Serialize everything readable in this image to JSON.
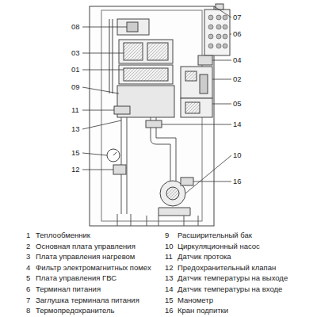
{
  "diagram": {
    "labels": [
      "08",
      "07",
      "06",
      "03",
      "04",
      "01",
      "02",
      "09",
      "05",
      "11",
      "13",
      "14",
      "15",
      "10",
      "12",
      "16",
      "1",
      "Теплообменник",
      "9",
      "Расширительный бак",
      "2",
      "Основная плата управления",
      "10",
      "Циркуляционный насос",
      "3",
      "Плата управления нагревом",
      "11",
      "Датчик протока",
      "4",
      "Фильтр электромагнитных помех",
      "12",
      "Предохранительный клапан",
      "5",
      "Плата управления ГВС",
      "13",
      "Датчик температуры на выходе",
      "6",
      "Терминал питания",
      "14",
      "Датчик температуры на входе",
      "7",
      "Заглушка терминала питания",
      "15",
      "Манометр",
      "8",
      "Термопредохранитель",
      "16",
      "Кран подпитки"
    ]
  }
}
